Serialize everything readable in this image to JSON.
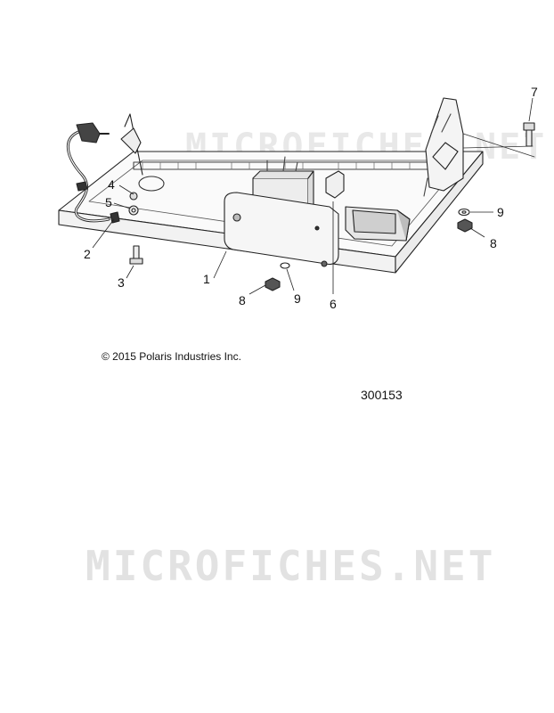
{
  "watermark": {
    "text": "MICROFICHES.NET"
  },
  "copyright": "© 2015 Polaris Industries Inc.",
  "drawing_id": "300153",
  "callouts": [
    {
      "id": "c1",
      "label": "1"
    },
    {
      "id": "c2",
      "label": "2"
    },
    {
      "id": "c3",
      "label": "3"
    },
    {
      "id": "c4",
      "label": "4"
    },
    {
      "id": "c5",
      "label": "5"
    },
    {
      "id": "c6",
      "label": "6"
    },
    {
      "id": "c7",
      "label": "7"
    },
    {
      "id": "c8a",
      "label": "8"
    },
    {
      "id": "c8b",
      "label": "8"
    },
    {
      "id": "c9a",
      "label": "9"
    },
    {
      "id": "c9b",
      "label": "9"
    }
  ]
}
